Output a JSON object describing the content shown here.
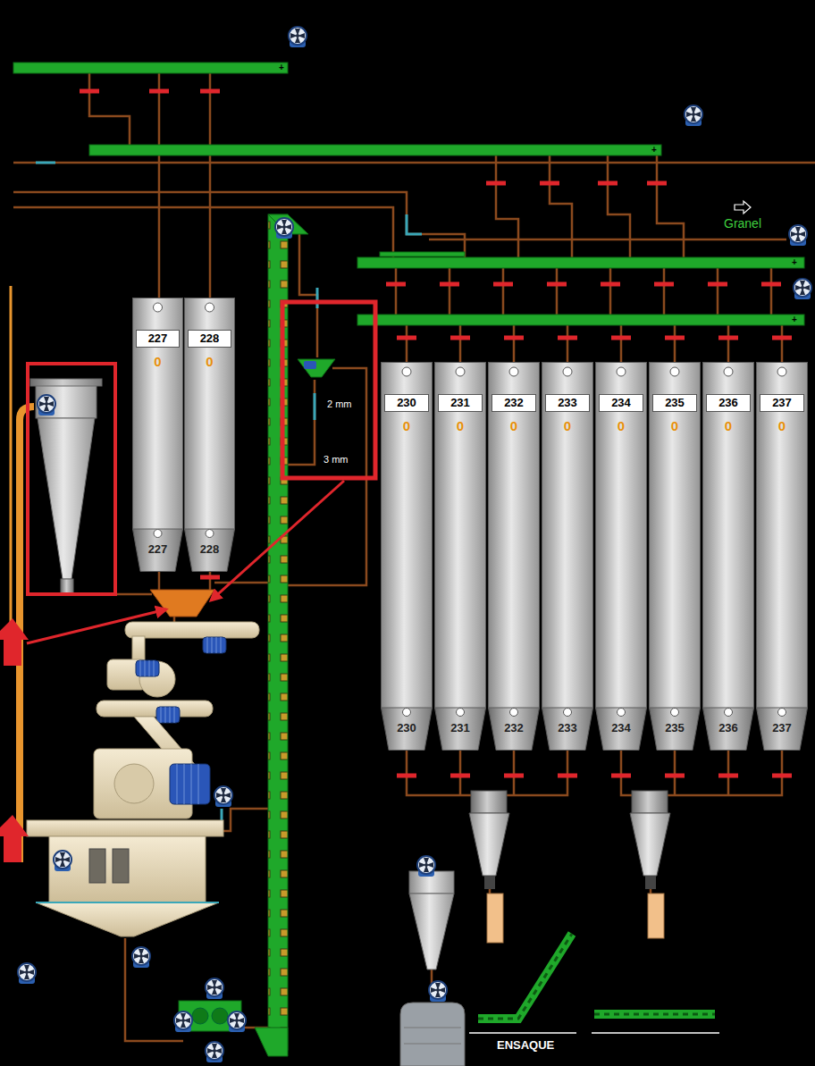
{
  "diagram": {
    "nodes": [
      {
        "text": [
          "227",
          "0",
          "227"
        ]
      },
      {
        "text": [
          "228",
          "0",
          "228"
        ]
      },
      {
        "text": [
          "230",
          "0",
          "230"
        ]
      },
      {
        "text": [
          "231",
          "0",
          "231"
        ]
      },
      {
        "text": [
          "232",
          "0",
          "232"
        ]
      },
      {
        "text": [
          "233",
          "0",
          "233"
        ]
      },
      {
        "text": [
          "234",
          "0",
          "234"
        ]
      },
      {
        "text": [
          "235",
          "0",
          "235"
        ]
      },
      {
        "text": [
          "236",
          "0",
          "236"
        ]
      },
      {
        "text": [
          "237",
          "0",
          "237"
        ]
      }
    ],
    "labels": [
      "+",
      "+",
      "+",
      "+",
      "Granel",
      "2 mm",
      "3 mm",
      "ENSAQUE"
    ]
  }
}
